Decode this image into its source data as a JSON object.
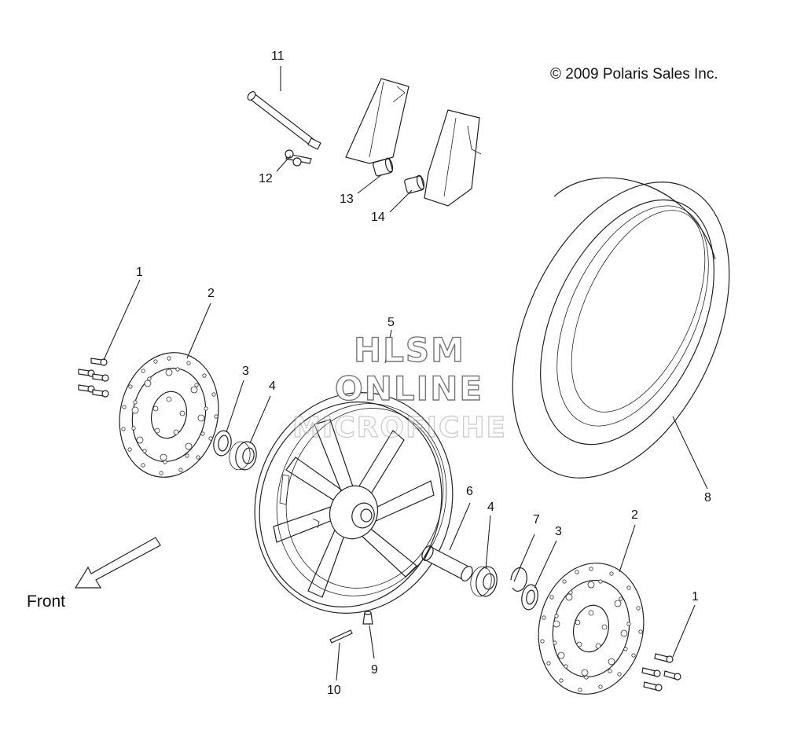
{
  "copyright": "© 2009 Polaris Sales Inc.",
  "front_label": "Front",
  "watermark": {
    "line1": "HLSM",
    "line2": "ONLINE",
    "line3": "MICROFICHE"
  },
  "callouts": {
    "c1a": "1",
    "c1b": "1",
    "c2a": "2",
    "c2b": "2",
    "c3a": "3",
    "c3b": "3",
    "c4a": "4",
    "c4b": "4",
    "c5": "5",
    "c6": "6",
    "c7": "7",
    "c8": "8",
    "c9": "9",
    "c10": "10",
    "c11": "11",
    "c12": "12",
    "c13": "13",
    "c14": "14"
  }
}
